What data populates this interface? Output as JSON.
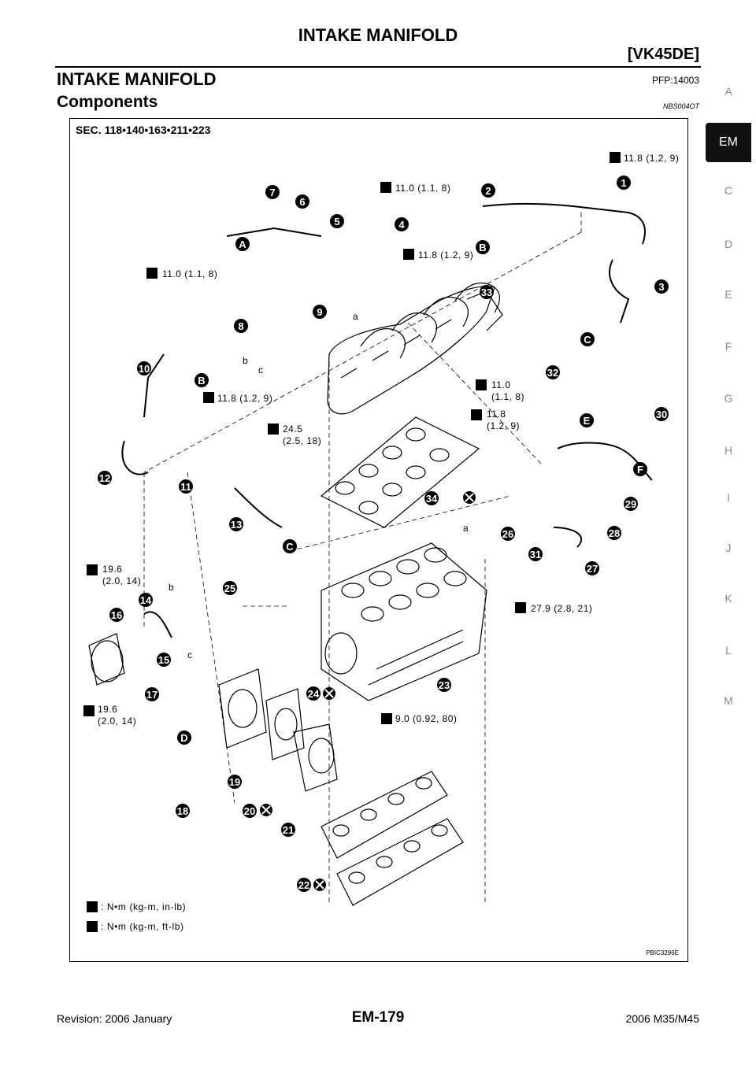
{
  "header": {
    "title": "INTAKE MANIFOLD",
    "subtitle": "[VK45DE]"
  },
  "section": {
    "title": "INTAKE MANIFOLD",
    "code": "PFP:14003",
    "subtitle": "Components",
    "subcode": "NBS004OT"
  },
  "side_index": {
    "items": [
      "A",
      "EM",
      "C",
      "D",
      "E",
      "F",
      "G",
      "H",
      "I",
      "J",
      "K",
      "L",
      "M"
    ],
    "active": "EM"
  },
  "figure": {
    "sec_label": "SEC. 118•140•163•211•223",
    "figure_id": "PBIC3296E",
    "torques": {
      "t1": "11.8 (1.2, 9)",
      "t2": "11.0 (1.1, 8)",
      "t3": "11.8 (1.2, 9)",
      "t4": "11.0 (1.1, 8)",
      "t5": "11.8 (1.2, 9)",
      "t6": "24.5\n(2.5, 18)",
      "t7": "11.0\n(1.1, 8)",
      "t8": "11.8\n(1.2, 9)",
      "t9": "19.6\n(2.0, 14)",
      "t10": "27.9 (2.8, 21)",
      "t11": "19.6\n(2.0, 14)",
      "t12": "9.0 (0.92, 80)"
    },
    "legend": {
      "inlb": ": N•m (kg-m, in-lb)",
      "ftlb": ": N•m (kg-m, ft-lb)"
    },
    "callouts": [
      "1",
      "2",
      "3",
      "4",
      "5",
      "6",
      "7",
      "8",
      "9",
      "10",
      "11",
      "12",
      "13",
      "14",
      "15",
      "16",
      "17",
      "18",
      "19",
      "20",
      "21",
      "22",
      "23",
      "24",
      "25",
      "26",
      "27",
      "28",
      "29",
      "30",
      "31",
      "32",
      "33",
      "34"
    ],
    "connectors": [
      "A",
      "B",
      "C",
      "D",
      "E",
      "F"
    ],
    "small_labels": [
      "a",
      "b",
      "c"
    ]
  },
  "footer": {
    "revision": "Revision: 2006 January",
    "page": "EM-179",
    "model": "2006 M35/M45"
  }
}
